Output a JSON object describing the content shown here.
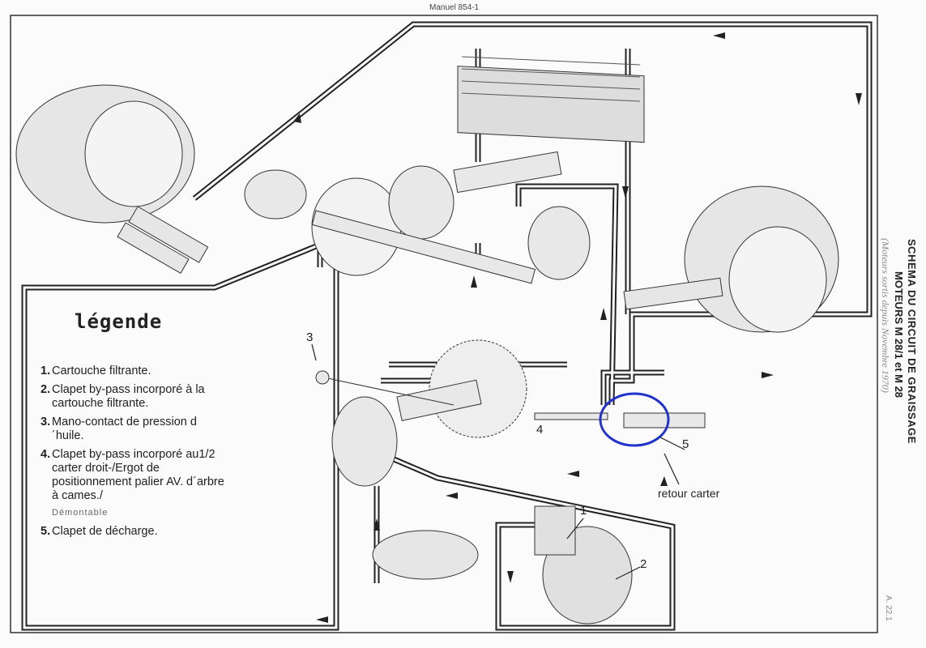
{
  "header": {
    "manual_ref": "Manuel 854-1"
  },
  "title": {
    "line1": "SCHEMA DU CIRCUIT DE GRAISSAGE",
    "line2": "MOTEURS M 28/1 et M 28",
    "line3": "(Moteurs sortis depuis Novembre 1970)"
  },
  "page_ref": "A. 22.1",
  "legend": {
    "title": "légende",
    "items": [
      {
        "num": "1.",
        "text": "Cartouche filtrante."
      },
      {
        "num": "2.",
        "text": "Clapet by-pass incorporé à la cartouche filtrante."
      },
      {
        "num": "3.",
        "text": "Mano-contact de pression d´huile."
      },
      {
        "num": "4.",
        "text": "Clapet by-pass incorporé au1/2 carter droit-/Ergot de positionnement palier AV. d´arbre à cames./"
      },
      {
        "num": "5.",
        "text": "Clapet de décharge."
      }
    ],
    "note": "Démontable"
  },
  "callouts": {
    "c1": "1",
    "c2": "2",
    "c3": "3",
    "c4": "4",
    "c5": "5",
    "return": "retour carter"
  },
  "colors": {
    "highlight": "#2233cc",
    "ink": "#222222"
  }
}
